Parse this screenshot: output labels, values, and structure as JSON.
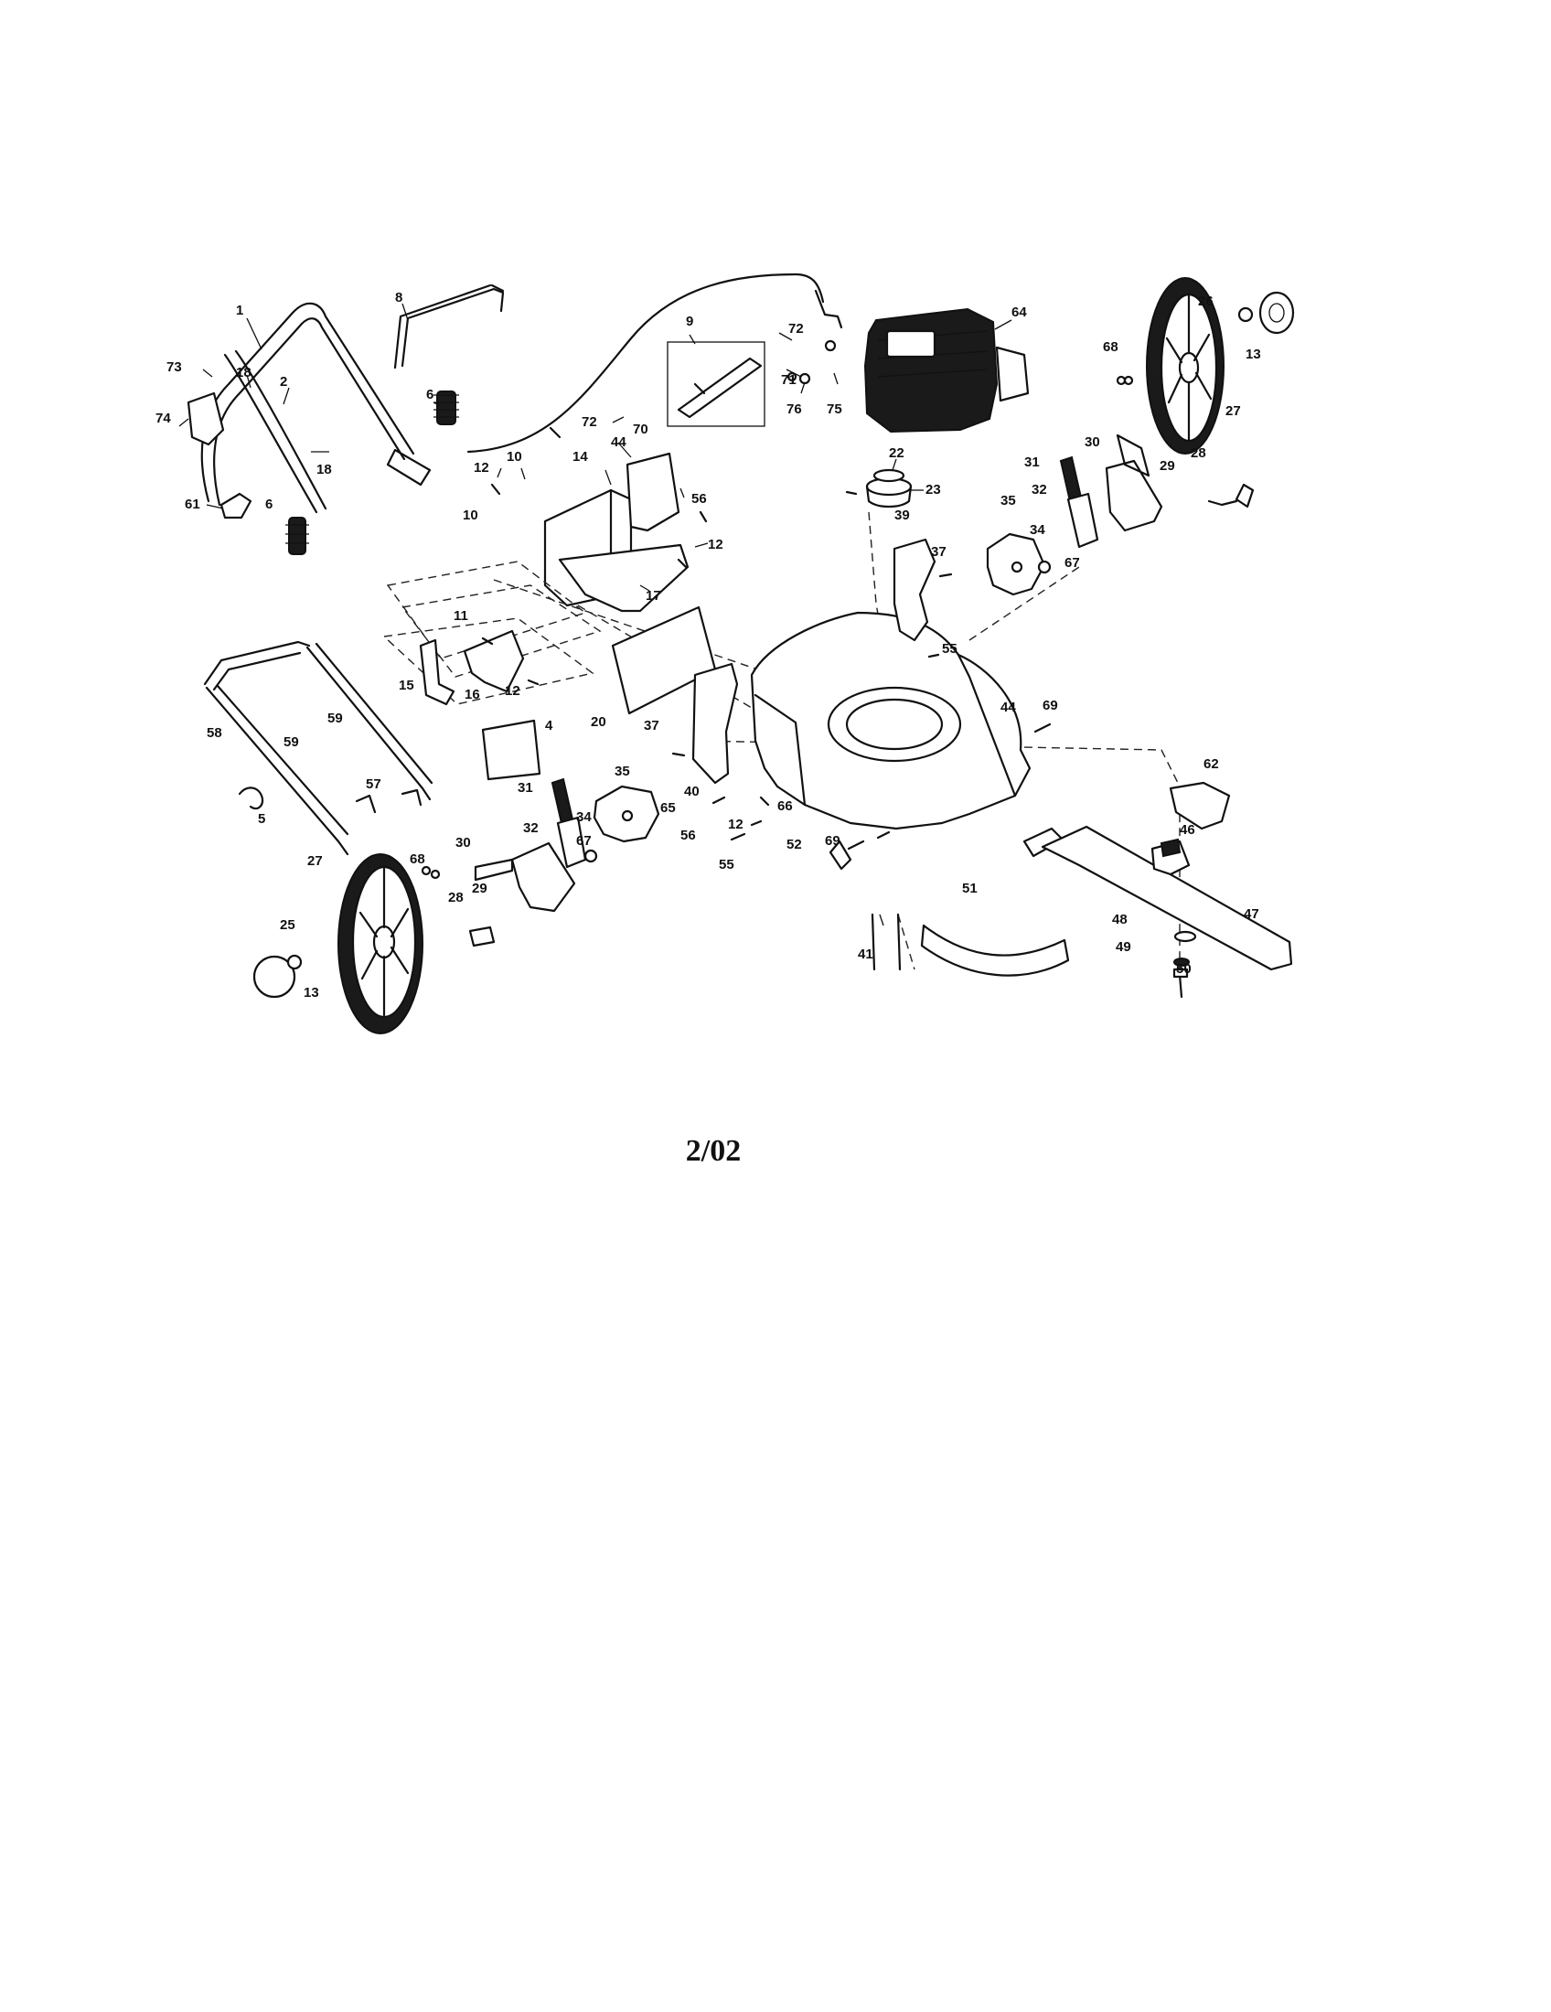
{
  "diagram": {
    "footer_label": "2/02",
    "callouts": {
      "c1": "1",
      "c2": "2",
      "c4": "4",
      "c5": "5",
      "c6a": "6",
      "c6b": "6",
      "c8": "8",
      "c9": "9",
      "c10a": "10",
      "c10b": "10",
      "c11": "11",
      "c12a": "12",
      "c12b": "12",
      "c12c": "12",
      "c12d": "12",
      "c13a": "13",
      "c13b": "13",
      "c14": "14",
      "c15": "15",
      "c16": "16",
      "c17": "17",
      "c18a": "18",
      "c18b": "18",
      "c20": "20",
      "c22": "22",
      "c23": "23",
      "c25": "25",
      "c26": "26",
      "c27a": "27",
      "c27b": "27",
      "c28a": "28",
      "c28b": "28",
      "c29a": "29",
      "c29b": "29",
      "c30a": "30",
      "c30b": "30",
      "c31a": "31",
      "c31b": "31",
      "c32a": "32",
      "c32b": "32",
      "c34a": "34",
      "c34b": "34",
      "c35a": "35",
      "c35b": "35",
      "c37a": "37",
      "c37b": "37",
      "c39": "39",
      "c40": "40",
      "c41": "41",
      "c44a": "44",
      "c44b": "44",
      "c46": "46",
      "c47": "47",
      "c48": "48",
      "c49": "49",
      "c50": "50",
      "c51": "51",
      "c52": "52",
      "c55a": "55",
      "c55b": "55",
      "c56a": "56",
      "c56b": "56",
      "c57": "57",
      "c58": "58",
      "c59a": "59",
      "c59b": "59",
      "c61": "61",
      "c62": "62",
      "c64": "64",
      "c65": "65",
      "c66": "66",
      "c67a": "67",
      "c67b": "67",
      "c68a": "68",
      "c68b": "68",
      "c69a": "69",
      "c69b": "69",
      "c70": "70",
      "c71": "71",
      "c72a": "72",
      "c72b": "72",
      "c73": "73",
      "c74": "74",
      "c75": "75",
      "c76": "76"
    }
  }
}
